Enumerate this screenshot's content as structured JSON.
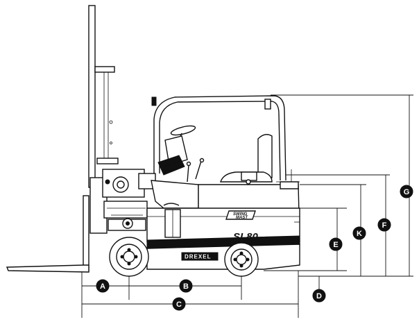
{
  "model_label": "SL80",
  "brand_label": "DREXEL",
  "swing_mast_label": [
    "SWING",
    "MAST"
  ],
  "dimension_callouts": [
    "A",
    "B",
    "C",
    "D",
    "E",
    "K",
    "F",
    "G"
  ],
  "colors": {
    "line": "#111111",
    "background": "#ffffff",
    "callout_fill": "#111111",
    "callout_text": "#ffffff"
  }
}
